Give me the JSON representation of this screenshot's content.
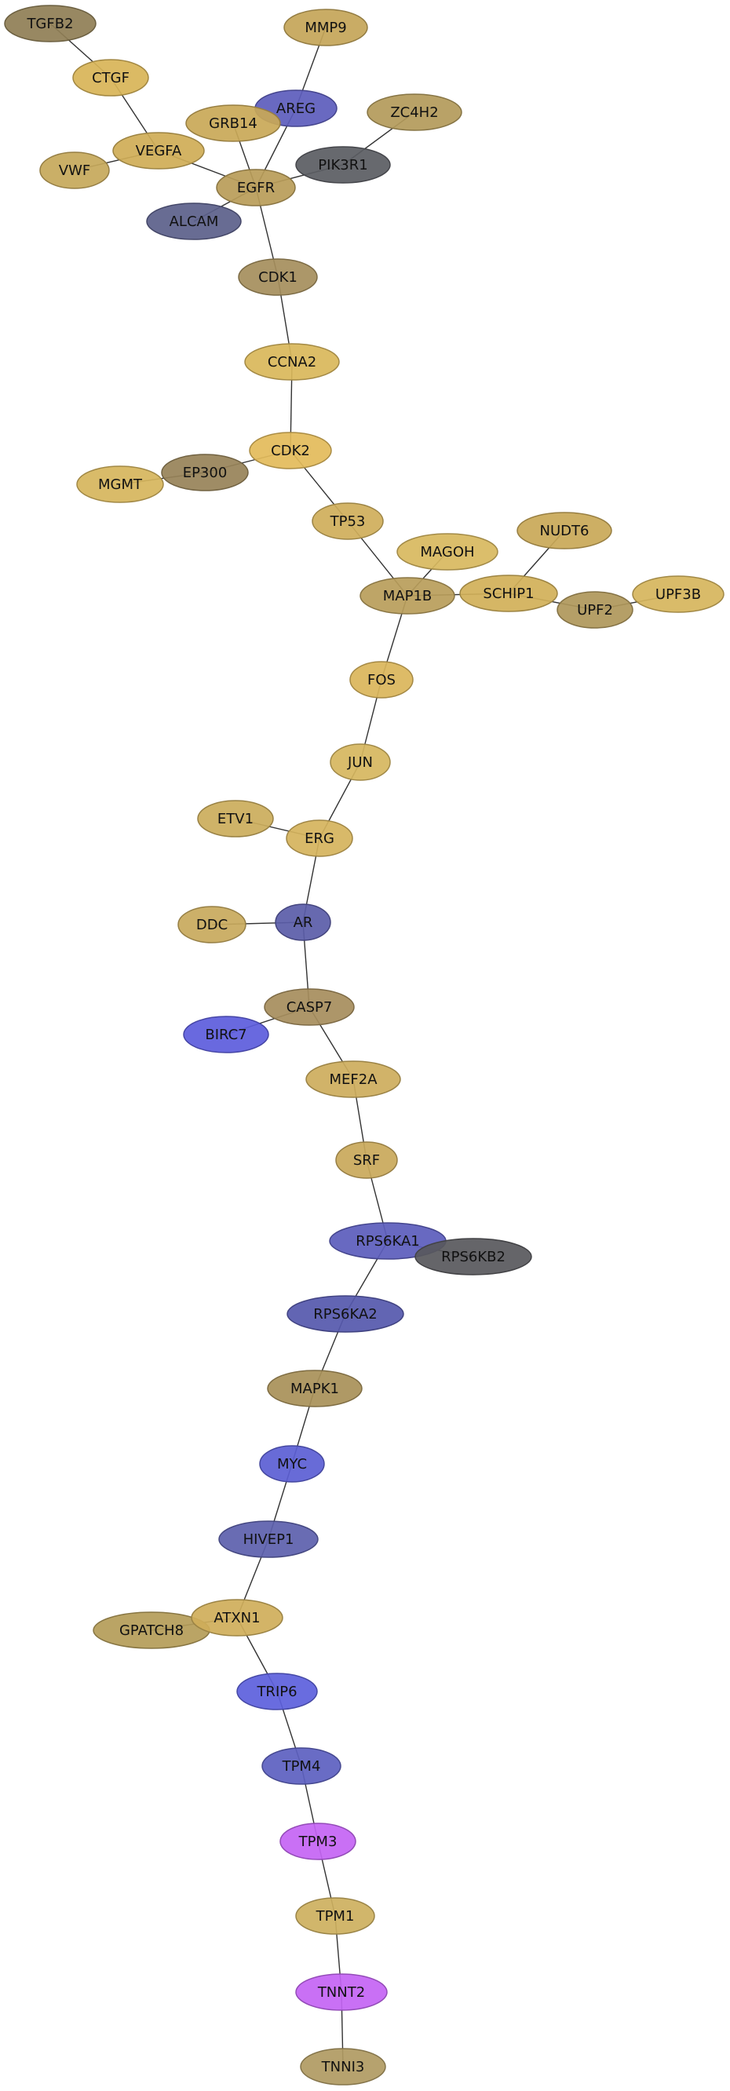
{
  "palette": {
    "gold": "#c9a857",
    "gold_light": "#d8b457",
    "olive_brown": "#a2895a",
    "dark_olive": "#8c7a52",
    "blue": "#5555c8",
    "blue_slate": "#555da8",
    "grey_dark": "#555860",
    "magenta": "#c060f0"
  },
  "nodes": [
    {
      "id": "TGFB2",
      "label": "TGFB2",
      "color": "#8f7e55"
    },
    {
      "id": "MMP9",
      "label": "MMP9",
      "color": "#c4a558"
    },
    {
      "id": "CTGF",
      "label": "CTGF",
      "color": "#d8b457"
    },
    {
      "id": "AREG",
      "label": "AREG",
      "color": "#5c5cbc"
    },
    {
      "id": "ZC4H2",
      "label": "ZC4H2",
      "color": "#b39a5a"
    },
    {
      "id": "GRB14",
      "label": "GRB14",
      "color": "#c9a857"
    },
    {
      "id": "VEGFA",
      "label": "VEGFA",
      "color": "#cfad56"
    },
    {
      "id": "PIK3R1",
      "label": "PIK3R1",
      "color": "#5a5c62"
    },
    {
      "id": "VWF",
      "label": "VWF",
      "color": "#c6a85a"
    },
    {
      "id": "EGFR",
      "label": "EGFR",
      "color": "#b89c58"
    },
    {
      "id": "ALCAM",
      "label": "ALCAM",
      "color": "#5b5f8a"
    },
    {
      "id": "CDK1",
      "label": "CDK1",
      "color": "#a58e5c"
    },
    {
      "id": "CCNA2",
      "label": "CCNA2",
      "color": "#d9b75a"
    },
    {
      "id": "CDK2",
      "label": "CDK2",
      "color": "#e3bb5a"
    },
    {
      "id": "EP300",
      "label": "EP300",
      "color": "#978258"
    },
    {
      "id": "MGMT",
      "label": "MGMT",
      "color": "#d6b55c"
    },
    {
      "id": "TP53",
      "label": "TP53",
      "color": "#cfae5a"
    },
    {
      "id": "NUDT6",
      "label": "NUDT6",
      "color": "#c9a857"
    },
    {
      "id": "MAGOH",
      "label": "MAGOH",
      "color": "#d8b85e"
    },
    {
      "id": "MAP1B",
      "label": "MAP1B",
      "color": "#b89d5a"
    },
    {
      "id": "SCHIP1",
      "label": "SCHIP1",
      "color": "#d1b058"
    },
    {
      "id": "UPF3B",
      "label": "UPF3B",
      "color": "#d6b55c"
    },
    {
      "id": "UPF2",
      "label": "UPF2",
      "color": "#af975a"
    },
    {
      "id": "FOS",
      "label": "FOS",
      "color": "#dab55a"
    },
    {
      "id": "JUN",
      "label": "JUN",
      "color": "#d6b65e"
    },
    {
      "id": "ETV1",
      "label": "ETV1",
      "color": "#cbac5b"
    },
    {
      "id": "ERG",
      "label": "ERG",
      "color": "#d5b35c"
    },
    {
      "id": "DDC",
      "label": "DDC",
      "color": "#c8a95c"
    },
    {
      "id": "AR",
      "label": "AR",
      "color": "#5a5ca8"
    },
    {
      "id": "CASP7",
      "label": "CASP7",
      "color": "#a68d5c"
    },
    {
      "id": "BIRC7",
      "label": "BIRC7",
      "color": "#5c5cdc"
    },
    {
      "id": "MEF2A",
      "label": "MEF2A",
      "color": "#cdad5c"
    },
    {
      "id": "SRF",
      "label": "SRF",
      "color": "#c9a85a"
    },
    {
      "id": "RPS6KA1",
      "label": "RPS6KA1",
      "color": "#5b5cbc"
    },
    {
      "id": "RPS6KB2",
      "label": "RPS6KB2",
      "color": "#58585c"
    },
    {
      "id": "RPS6KA2",
      "label": "RPS6KA2",
      "color": "#5558ac"
    },
    {
      "id": "MAPK1",
      "label": "MAPK1",
      "color": "#a89058"
    },
    {
      "id": "MYC",
      "label": "MYC",
      "color": "#5b5ed4"
    },
    {
      "id": "HIVEP1",
      "label": "HIVEP1",
      "color": "#5c60ac"
    },
    {
      "id": "GPATCH8",
      "label": "GPATCH8",
      "color": "#b49c58"
    },
    {
      "id": "ATXN1",
      "label": "ATXN1",
      "color": "#cfae5a"
    },
    {
      "id": "TRIP6",
      "label": "TRIP6",
      "color": "#5c60dc"
    },
    {
      "id": "TPM4",
      "label": "TPM4",
      "color": "#5c60c0"
    },
    {
      "id": "TPM3",
      "label": "TPM3",
      "color": "#c464f4"
    },
    {
      "id": "TPM1",
      "label": "TPM1",
      "color": "#cdb05e"
    },
    {
      "id": "TNNT2",
      "label": "TNNT2",
      "color": "#c464f4"
    },
    {
      "id": "TNNI3",
      "label": "TNNI3",
      "color": "#b09a62"
    }
  ],
  "edges": [
    [
      "TGFB2",
      "CTGF"
    ],
    [
      "CTGF",
      "VEGFA"
    ],
    [
      "VWF",
      "VEGFA"
    ],
    [
      "VEGFA",
      "EGFR"
    ],
    [
      "MMP9",
      "AREG"
    ],
    [
      "AREG",
      "EGFR"
    ],
    [
      "GRB14",
      "EGFR"
    ],
    [
      "ZC4H2",
      "PIK3R1"
    ],
    [
      "PIK3R1",
      "EGFR"
    ],
    [
      "ALCAM",
      "EGFR"
    ],
    [
      "EGFR",
      "CDK1"
    ],
    [
      "CDK1",
      "CCNA2"
    ],
    [
      "CCNA2",
      "CDK2"
    ],
    [
      "EP300",
      "CDK2"
    ],
    [
      "MGMT",
      "EP300"
    ],
    [
      "CDK2",
      "TP53"
    ],
    [
      "TP53",
      "MAP1B"
    ],
    [
      "MAGOH",
      "MAP1B"
    ],
    [
      "MAP1B",
      "SCHIP1"
    ],
    [
      "NUDT6",
      "SCHIP1"
    ],
    [
      "SCHIP1",
      "UPF2"
    ],
    [
      "UPF2",
      "UPF3B"
    ],
    [
      "MAP1B",
      "FOS"
    ],
    [
      "FOS",
      "JUN"
    ],
    [
      "JUN",
      "ERG"
    ],
    [
      "ETV1",
      "ERG"
    ],
    [
      "ERG",
      "AR"
    ],
    [
      "DDC",
      "AR"
    ],
    [
      "AR",
      "CASP7"
    ],
    [
      "BIRC7",
      "CASP7"
    ],
    [
      "CASP7",
      "MEF2A"
    ],
    [
      "MEF2A",
      "SRF"
    ],
    [
      "SRF",
      "RPS6KA1"
    ],
    [
      "RPS6KA1",
      "RPS6KB2"
    ],
    [
      "RPS6KA1",
      "RPS6KA2"
    ],
    [
      "RPS6KA2",
      "MAPK1"
    ],
    [
      "MAPK1",
      "MYC"
    ],
    [
      "MYC",
      "HIVEP1"
    ],
    [
      "HIVEP1",
      "ATXN1"
    ],
    [
      "GPATCH8",
      "ATXN1"
    ],
    [
      "ATXN1",
      "TRIP6"
    ],
    [
      "TRIP6",
      "TPM4"
    ],
    [
      "TPM4",
      "TPM3"
    ],
    [
      "TPM3",
      "TPM1"
    ],
    [
      "TPM1",
      "TNNT2"
    ],
    [
      "TNNT2",
      "TNNI3"
    ]
  ]
}
